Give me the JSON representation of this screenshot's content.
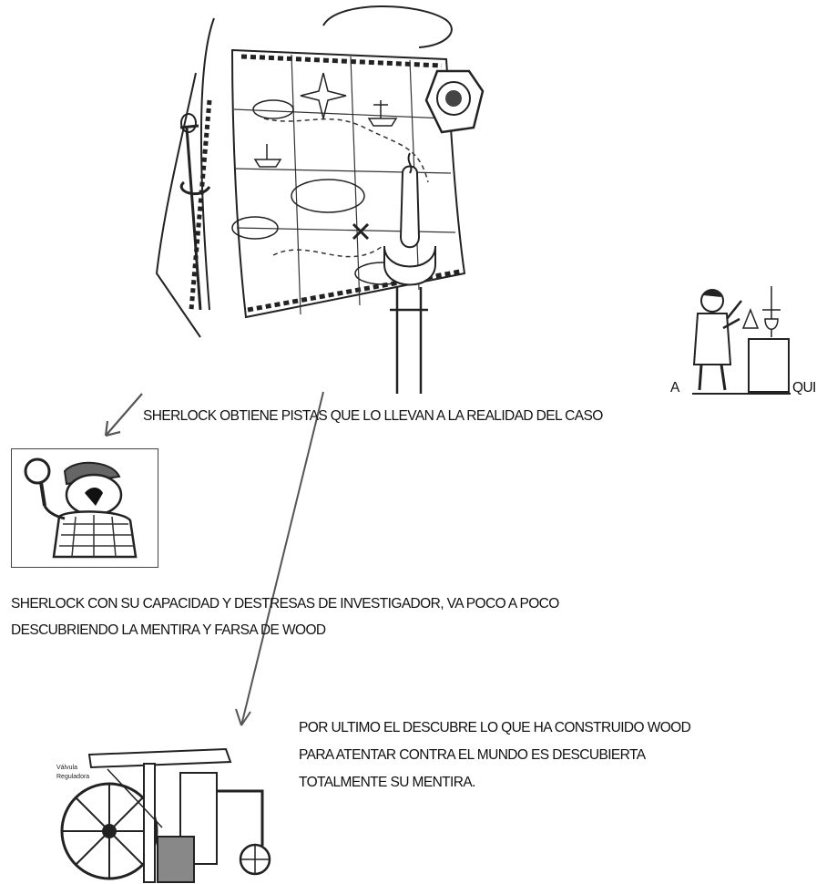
{
  "labels": {
    "a": "A",
    "qui": "QUI"
  },
  "paragraphs": {
    "clues": "SHERLOCK OBTIENE PISTAS QUE LO LLEVAN A LA REALIDAD DEL CASO",
    "capacity_line1": "SHERLOCK CON SU CAPACIDAD Y DESTRESAS  DE INVESTIGADOR, VA POCO A POCO",
    "capacity_line2": "DESCUBRIENDO LA MENTIRA Y FARSA DE WOOD",
    "final_line1": "POR ULTIMO EL DESCUBRE LO QUE HA CONSTRUIDO WOOD",
    "final_line2": "PARA ATENTAR CONTRA EL MUNDO ES DESCUBIERTA",
    "final_line3": "TOTALMENTE SU MENTIRA."
  },
  "machine_labels": {
    "valve": "Válvula",
    "regulator": "Reguladora"
  }
}
